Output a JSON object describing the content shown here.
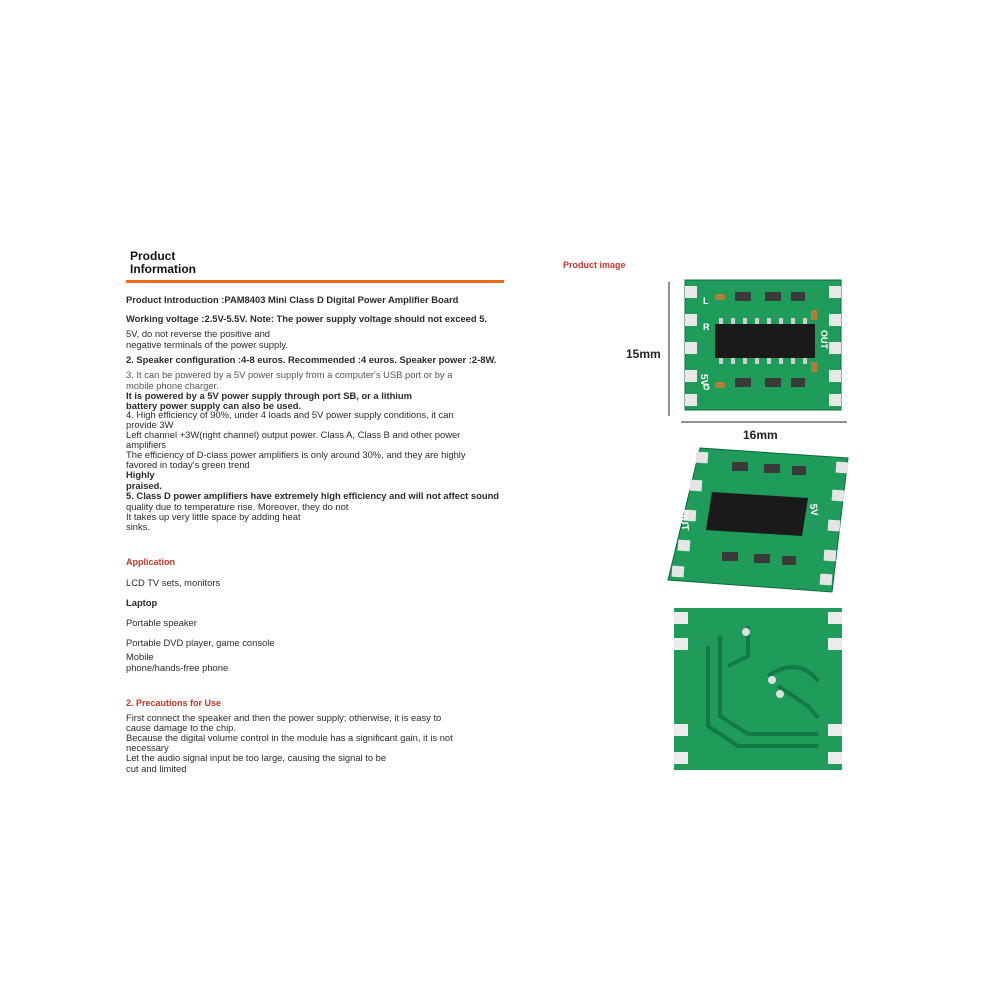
{
  "info": {
    "title_line1": "Product",
    "title_line2": "Information",
    "intro": "Product Introduction :PAM8403 Mini Class D Digital Power Amplifier Board",
    "voltage_line1": "Working voltage :2.5V-5.5V. Note: The power supply voltage should not exceed 5.",
    "voltage_line2": "5V, do not reverse the positive and",
    "voltage_line3": "negative terminals of the power supply.",
    "speaker": "2. Speaker configuration :4-8 euros. Recommended :4 euros. Speaker power :2-8W.",
    "p3_line1": "3. It can be powered by a 5V power supply from a computer's USB port or by a",
    "p3_line2": "mobile phone charger.",
    "p3_line3": "It is powered by a 5V power supply through port SB, or a lithium",
    "p3_line4": "battery power supply can also be used.",
    "p4_line1": "4. High efficiency of 90%, under 4 loads and 5V power supply conditions, it can",
    "p4_line2": "provide 3W",
    "p4_line3": "Left channel +3W(right channel) output power. Class A, Class B and other power",
    "p4_line4": "amplifiers",
    "p4_line5": "The efficiency of D-class power amplifiers is only around 30%, and they are highly",
    "p4_line6": "favored in today's green trend",
    "p4_line7": "Highly",
    "p4_line8": "praised.",
    "p5_line1": "5. Class D power amplifiers have extremely high efficiency and will not affect sound",
    "p5_line2": "quality due to temperature rise. Moreover, they do not",
    "p5_line3": "It takes up very little space by adding heat",
    "p5_line4": "sinks."
  },
  "application": {
    "title": "Application",
    "items": [
      "LCD TV sets, monitors",
      "Laptop",
      "Portable speaker",
      "Portable DVD player, game console",
      "Mobile",
      "phone/hands-free phone"
    ]
  },
  "precautions": {
    "title": "2. Precautions for Use",
    "line1": "First connect the speaker and then the power supply; otherwise, it is easy to",
    "line2": "cause damage to the chip.",
    "line3": "Because the digital volume control in the module has a significant gain, it is not",
    "line4": "necessary",
    "line5": "Let the audio signal input be too large, causing the signal to be",
    "line6": "cut and limited"
  },
  "product_image": {
    "label": "Product image",
    "height_dim": "15mm",
    "width_dim": "16mm",
    "silk_5v": "5V",
    "silk_out": "OUT",
    "silk_r": "R",
    "silk_l": "L",
    "silk_g": "G"
  },
  "colors": {
    "accent_rule": "#f26a1b",
    "label_red": "#c0392b",
    "pcb_green": "#1f9b5a"
  }
}
